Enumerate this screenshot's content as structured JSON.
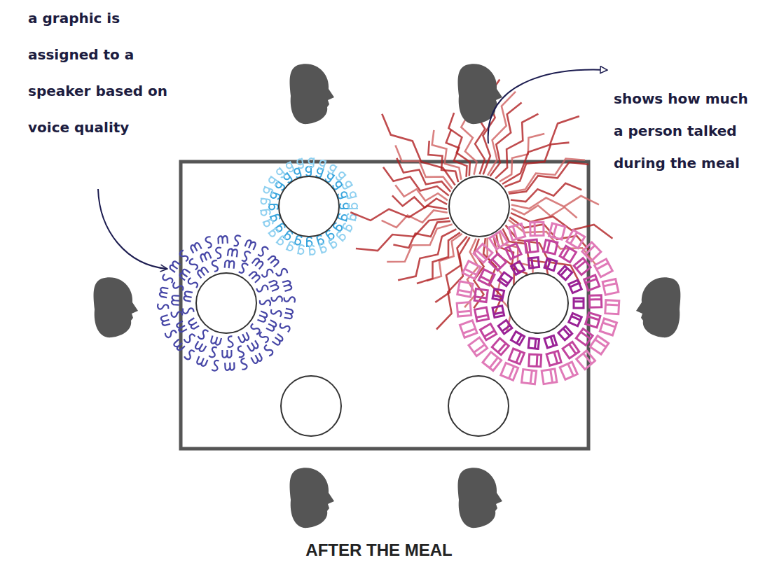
{
  "diagram": {
    "caption": "AFTER THE MEAL",
    "labels": [
      "a graphic is assigned to a speaker based on voice quality",
      "shows how much a person talked during the meal"
    ]
  }
}
